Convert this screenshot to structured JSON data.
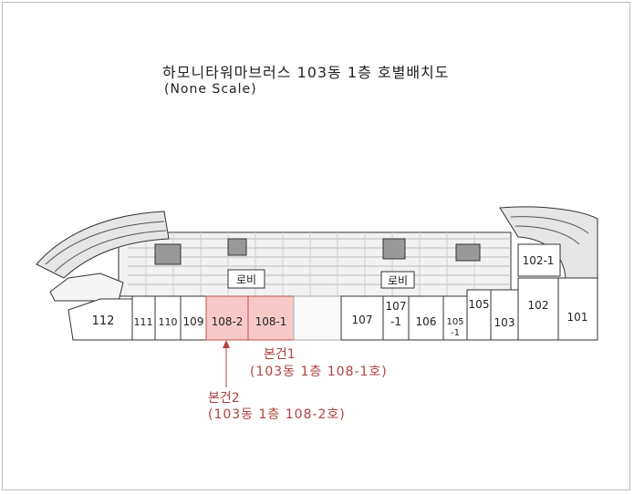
{
  "title": "하모니타워마브러스 103동 1층 호별배치도",
  "subtitle": "(None Scale)",
  "lobby_labels": [
    "로비",
    "로비"
  ],
  "units": {
    "u112": "112",
    "u111": "111",
    "u110": "110",
    "u109": "109",
    "u108_2": "108-2",
    "u108_1": "108-1",
    "u107": "107",
    "u107_1_a": "107",
    "u107_1_b": "-1",
    "u106": "106",
    "u105_1_a": "105",
    "u105_1_b": "-1",
    "u105": "105",
    "u103": "103",
    "u102_1": "102-1",
    "u102": "102",
    "u101": "101"
  },
  "annotations": {
    "target1_label": "본건1",
    "target1_detail": "(103동 1층 108-1호)",
    "target2_label": "본건2",
    "target2_detail": "(103동 1층 108-2호)"
  },
  "colors": {
    "highlight_fill": "#f9c9c9",
    "highlight_stroke": "#c0504d",
    "annotation_text": "#b0413e",
    "line": "#333333"
  }
}
